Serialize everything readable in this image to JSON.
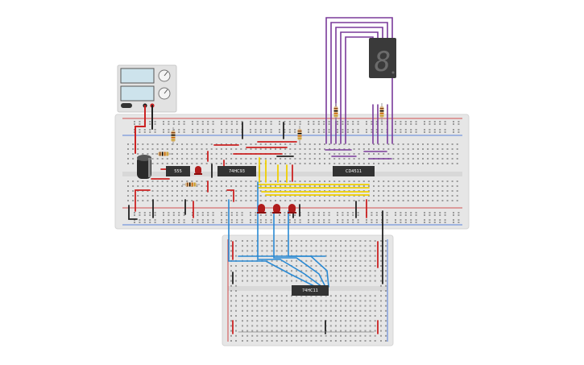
{
  "chips": {
    "timer": "555",
    "counter": "74HC93",
    "decoder": "CD4511",
    "and_gate": "74HC11"
  },
  "display": {
    "digit": "8"
  },
  "colors": {
    "breadboard": "#e6e6e6",
    "chip": "#333333",
    "wire_red": "#cc2222",
    "wire_black": "#222222",
    "wire_purple": "#7a3a9a",
    "wire_blue": "#2a8ad4",
    "wire_yellow": "#f0d000",
    "led": "#b01c1c"
  }
}
